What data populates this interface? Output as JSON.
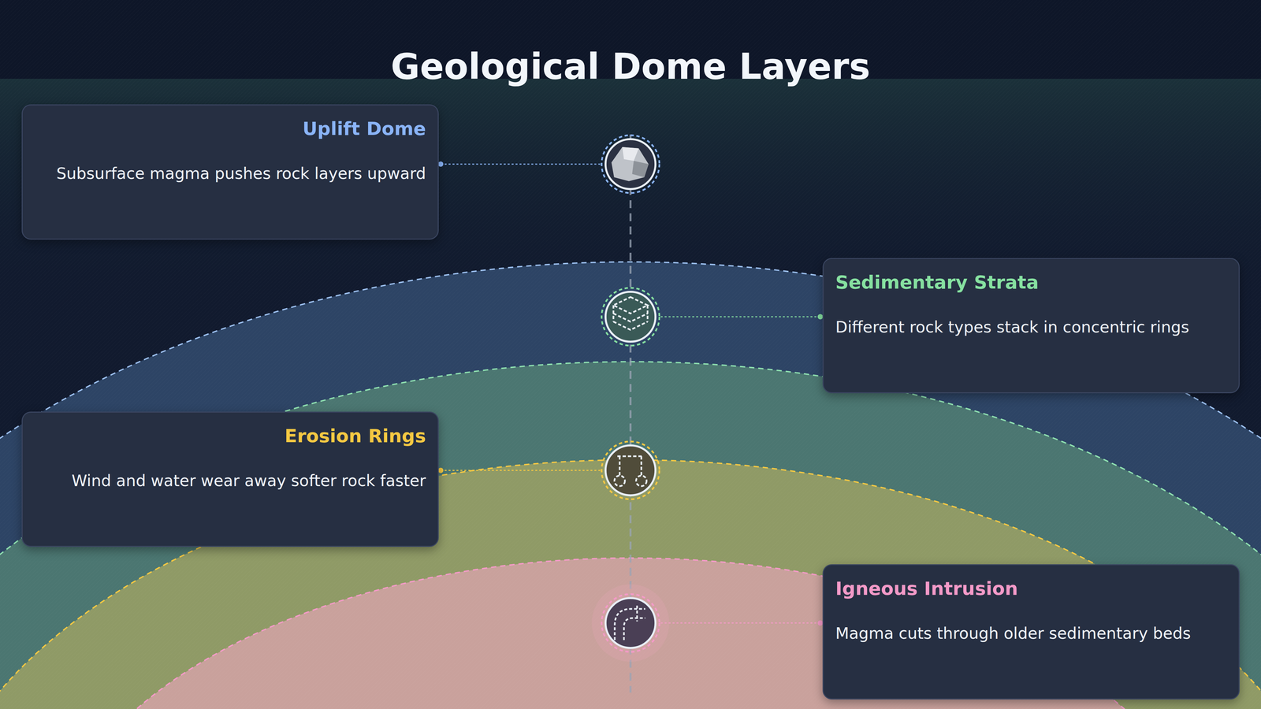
{
  "diagram": {
    "title": "Geological Dome Layers",
    "nodes": [
      {
        "text": [
          "Uplift Dome",
          "Subsurface magma pushes rock layers upward"
        ]
      },
      {
        "text": [
          "Sedimentary Strata",
          "Different rock types stack in concentric rings"
        ]
      },
      {
        "text": [
          "Erosion Rings",
          "Wind and water wear away softer rock faster"
        ]
      },
      {
        "text": [
          "Igneous Intrusion",
          "Magma cuts through older sedimentary beds"
        ]
      }
    ]
  }
}
